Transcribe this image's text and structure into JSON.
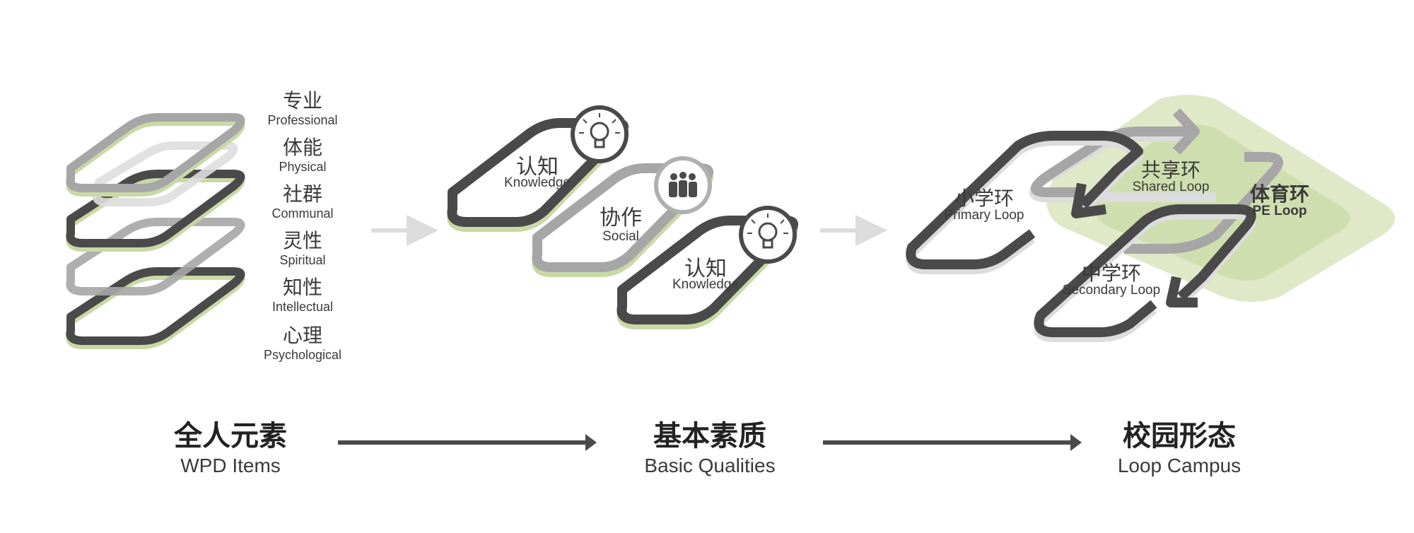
{
  "colors": {
    "dark": "#4a4a4a",
    "mid": "#9c9c9c",
    "light": "#c8c8c8",
    "green": "#c9d9a6",
    "green_light": "#dfe9c8",
    "arrow_gray": "#dcdcdc",
    "text": "#3a3a3a"
  },
  "items": [
    {
      "zh": "专业",
      "en": "Professional"
    },
    {
      "zh": "体能",
      "en": "Physical"
    },
    {
      "zh": "社群",
      "en": "Communal"
    },
    {
      "zh": "灵性",
      "en": "Spiritual"
    },
    {
      "zh": "知性",
      "en": "Intellectual"
    },
    {
      "zh": "心理",
      "en": "Psychological"
    }
  ],
  "qualities": [
    {
      "zh": "认知",
      "en": "Knowledge",
      "icon": "lightbulb-icon"
    },
    {
      "zh": "协作",
      "en": "Social",
      "icon": "people-icon"
    },
    {
      "zh": "认知",
      "en": "Knowledge",
      "icon": "lightbulb-icon"
    }
  ],
  "loops": {
    "primary": {
      "zh": "小学环",
      "en": "Primary Loop"
    },
    "shared": {
      "zh": "共享环",
      "en": "Shared Loop"
    },
    "pe": {
      "zh": "体育环",
      "en": "PE Loop"
    },
    "secondary": {
      "zh": "中学环",
      "en": "Secondary Loop"
    }
  },
  "stages": [
    {
      "zh": "全人元素",
      "en": "WPD Items"
    },
    {
      "zh": "基本素质",
      "en": "Basic Qualities"
    },
    {
      "zh": "校园形态",
      "en": "Loop  Campus"
    }
  ]
}
